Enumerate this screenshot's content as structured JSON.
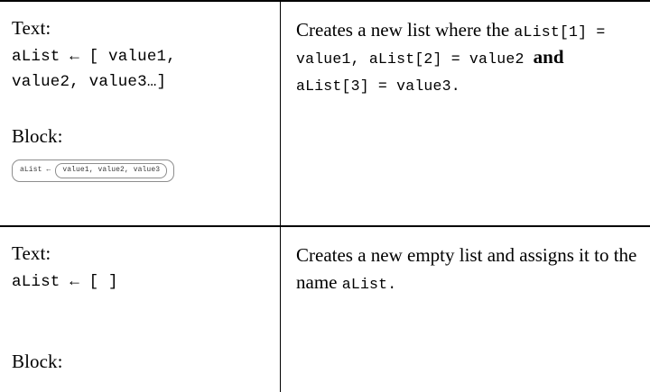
{
  "document": {
    "type": "reference-table",
    "columns": 2,
    "rows": 2
  },
  "table": {
    "rows": [
      {
        "left": {
          "text_label": "Text:",
          "code_lines": "aList ← [ value1,\nvalue2, value3…]",
          "block_label": "Block:",
          "block": {
            "present": true,
            "head": "aList ←",
            "slot": "value1, value2, value3"
          }
        },
        "right": {
          "segments": [
            {
              "kind": "serif",
              "text": "Creates a new list where the "
            },
            {
              "kind": "mono",
              "text": "aList[1]"
            },
            {
              "kind": "mono",
              "text": " = value1, aList[2] = value2 "
            },
            {
              "kind": "serif-bold",
              "text": "and"
            },
            {
              "kind": "mono",
              "text": " aList[3] = value3."
            }
          ],
          "plain": "Creates a new list where the aList[1] = value1, aList[2] = value2 and aList[3] = value3."
        }
      },
      {
        "left": {
          "text_label": "Text:",
          "code_lines": "aList ← [ ]",
          "block_label": "Block:",
          "block": {
            "present": false,
            "head": "",
            "slot": ""
          }
        },
        "right": {
          "segments": [
            {
              "kind": "serif",
              "text": "Creates a new empty list and assigns it to the name "
            },
            {
              "kind": "mono",
              "text": "aList."
            }
          ],
          "plain": "Creates a new empty list and assigns it to the name aList."
        }
      }
    ]
  },
  "fragments": {
    "r1_desc_lead": "Creates a new list where the ",
    "r1_desc_code1": "aList[1]",
    "r1_desc_code2": " = value1, aList[2] = value2 ",
    "r1_desc_and": "and",
    "r1_desc_code3": " aList[3] = value3.",
    "r2_desc_lead": "Creates a new empty list and assigns it to the name ",
    "r2_desc_code1": "aList."
  },
  "colors": {
    "border": "#000000",
    "text": "#000000",
    "block_outline": "#8d8d8d",
    "block_text": "#3a3a3a",
    "background": "#ffffff"
  }
}
